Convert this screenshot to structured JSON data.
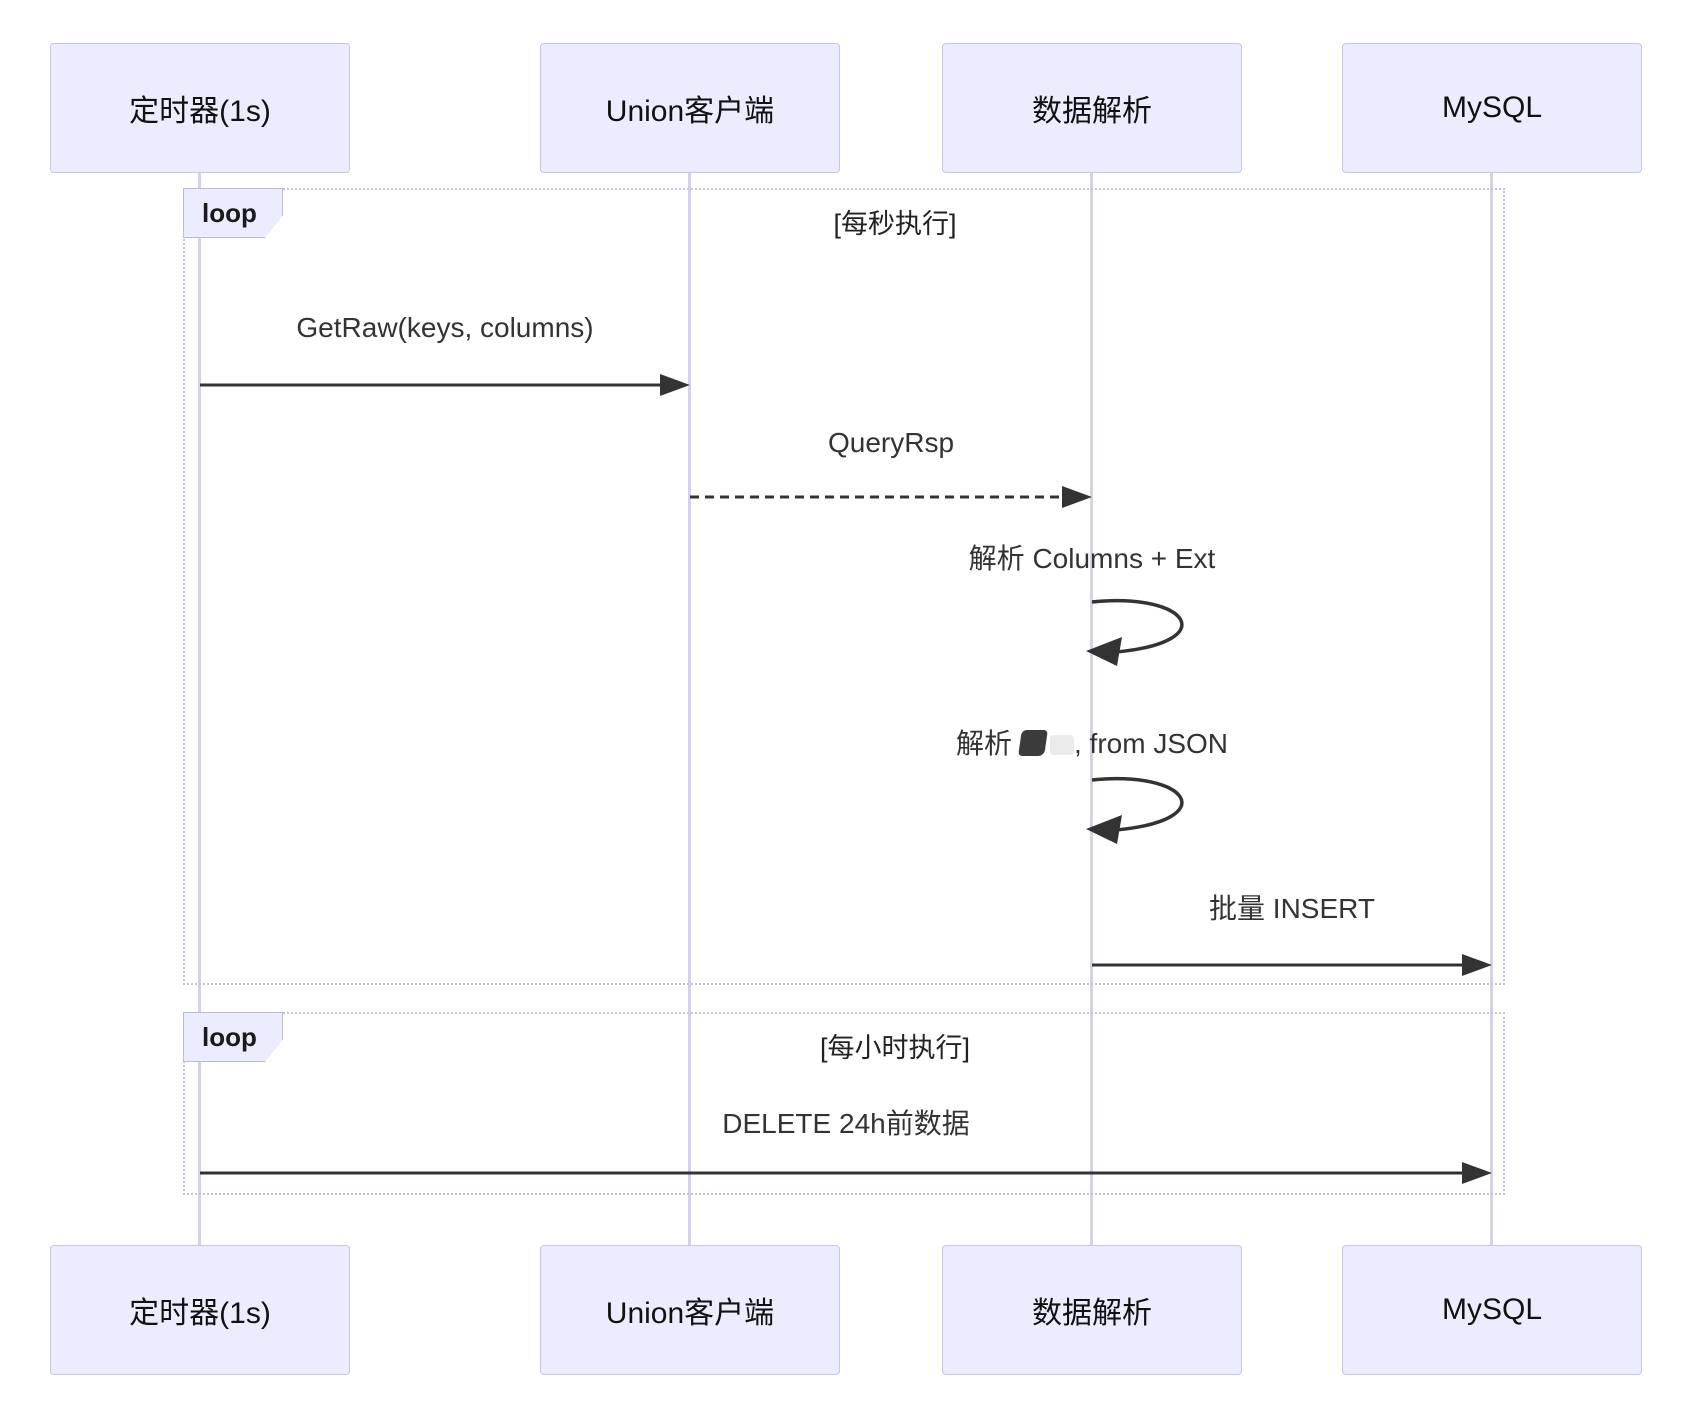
{
  "diagram": {
    "type": "sequence-diagram",
    "participants": [
      {
        "id": "timer",
        "label": "定时器(1s)"
      },
      {
        "id": "union-client",
        "label": "Union客户端"
      },
      {
        "id": "data-parser",
        "label": "数据解析"
      },
      {
        "id": "mysql",
        "label": "MySQL"
      }
    ],
    "loops": [
      {
        "label": "loop",
        "condition": "[每秒执行]"
      },
      {
        "label": "loop",
        "condition": "[每小时执行]"
      }
    ],
    "messages": [
      {
        "from": "timer",
        "to": "union-client",
        "label": "GetRaw(keys, columns)",
        "line": "solid"
      },
      {
        "from": "union-client",
        "to": "data-parser",
        "label": "QueryRsp",
        "line": "dashed"
      },
      {
        "from": "data-parser",
        "to": "data-parser",
        "label": "解析 Columns + Ext",
        "line": "self-loop"
      },
      {
        "from": "data-parser",
        "to": "data-parser",
        "label_prefix": "解析",
        "glyphs": [
          "missing-glyph-dark",
          "missing-glyph-light"
        ],
        "label_suffix": ", from JSON",
        "line": "self-loop"
      },
      {
        "from": "data-parser",
        "to": "mysql",
        "label": "批量 INSERT",
        "line": "solid"
      },
      {
        "from": "timer",
        "to": "mysql",
        "label": "DELETE 24h前数据",
        "line": "solid"
      }
    ],
    "colors": {
      "actor_fill": "#ececff",
      "actor_border": "#c9c5ea",
      "lifeline": "#d5d0ec",
      "loop_border": "#c5bfe6",
      "arrow": "#333333",
      "text": "#333333"
    }
  }
}
